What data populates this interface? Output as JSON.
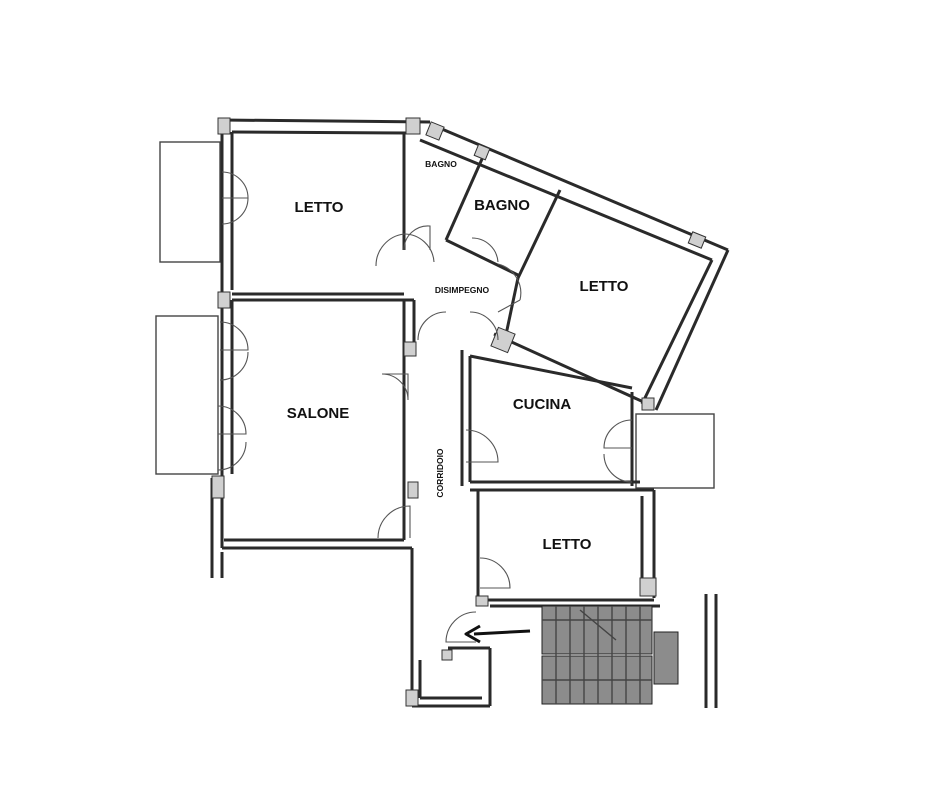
{
  "rooms": {
    "letto_top_left": "LETTO",
    "bagno_small": "BAGNO",
    "bagno_large": "BAGNO",
    "letto_right": "LETTO",
    "disimpegno": "DISIMPEGNO",
    "salone": "SALONE",
    "cucina": "CUCINA",
    "corridoio": "CORRIDOIO",
    "letto_bottom": "LETTO"
  },
  "entrance_arrow": "arrow-left-icon"
}
